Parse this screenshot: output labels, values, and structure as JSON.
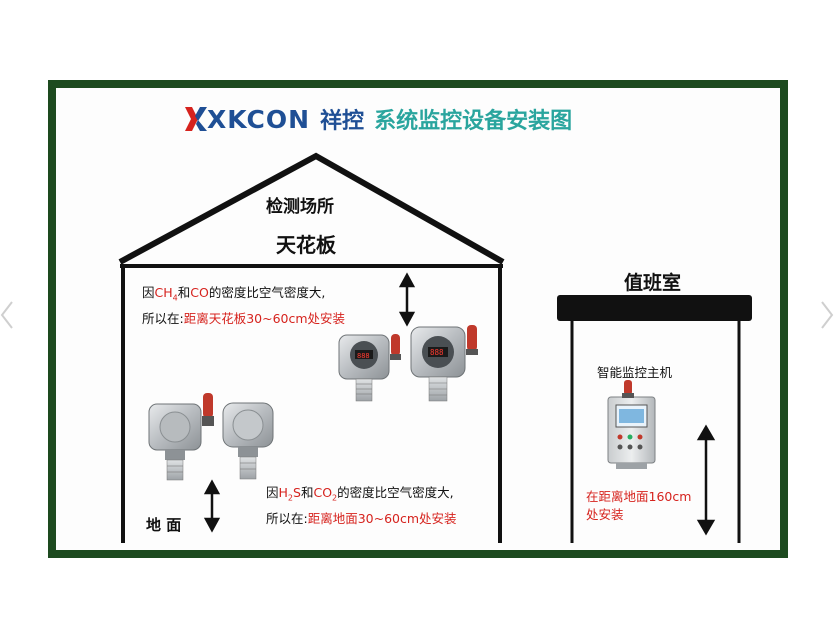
{
  "header": {
    "logo": "XKCON",
    "brand": "祥控",
    "title": "系统监控设备安装图"
  },
  "house": {
    "site_label": "检测场所",
    "ceiling_label": "天花板",
    "floor_label": "地 面",
    "top_note": {
      "line1_prefix": "因",
      "gas1": "CH",
      "gas1_sub": "4",
      "and": "和",
      "gas2": "CO",
      "line1_suffix": "的密度比空气密度大,",
      "line2_prefix": "所以在:",
      "line2_red": "距离天花板30~60cm处安装"
    },
    "bottom_note": {
      "line1_prefix": "因",
      "gas1": "H",
      "gas1_sub": "2",
      "gas1_tail": "S",
      "and": "和",
      "gas2": "CO",
      "gas2_sub": "2",
      "line1_suffix": "的密度比空气密度大,",
      "line2_prefix": "所以在:",
      "line2_red": "距离地面30~60cm处安装"
    }
  },
  "room": {
    "title": "值班室",
    "host_label": "智能监控主机",
    "height_note_line1": "在距离地面160cm",
    "height_note_line2": "处安装"
  },
  "colors": {
    "frame": "#1d4a1f",
    "logo_blue": "#1f4f95",
    "logo_red": "#d6231e",
    "title_teal": "#2aa59e",
    "highlight_red": "#d6231e"
  },
  "icons": [
    "chevron-left-icon",
    "chevron-right-icon",
    "double-arrow-icon",
    "gas-detector-icon",
    "alarm-light-icon",
    "control-cabinet-icon"
  ]
}
